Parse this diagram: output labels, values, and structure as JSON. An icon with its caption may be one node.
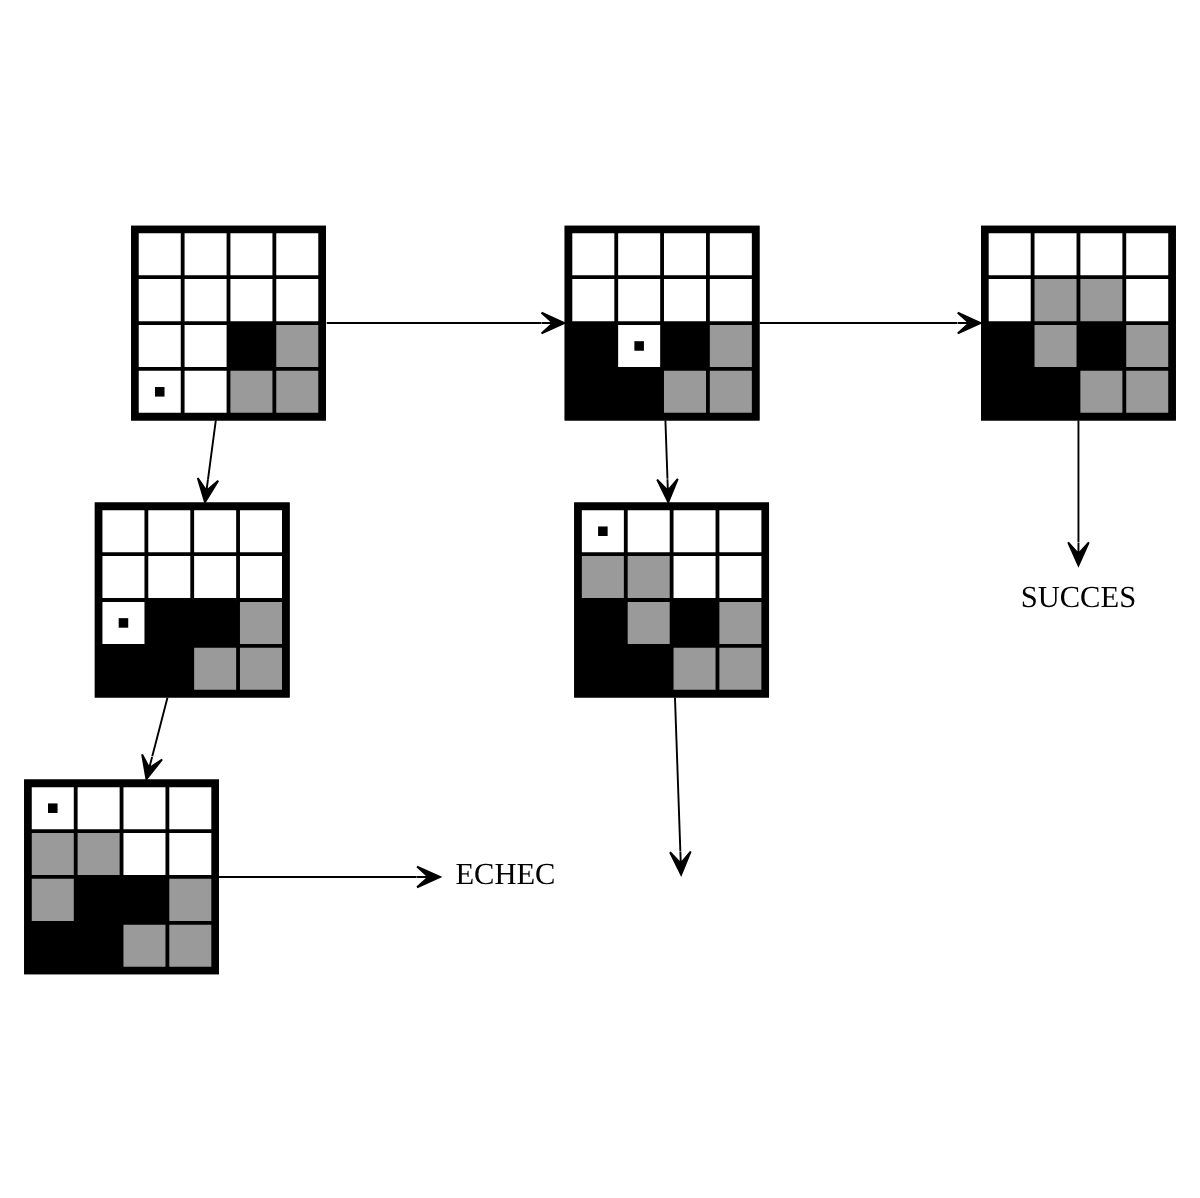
{
  "diagram": {
    "nodes": [
      {
        "text": [],
        "shape": "grid"
      },
      {
        "text": [],
        "shape": "grid"
      },
      {
        "text": [],
        "shape": "grid"
      },
      {
        "text": [],
        "shape": "grid"
      },
      {
        "text": [],
        "shape": "grid"
      },
      {
        "text": [
          "SUCCES"
        ]
      },
      {
        "text": [],
        "shape": "grid"
      },
      {
        "text": [
          "ECHEC"
        ]
      }
    ],
    "edges": [
      {
        "from": 0,
        "to": 1,
        "arrow": "to"
      },
      {
        "from": 1,
        "to": 2,
        "arrow": "to"
      },
      {
        "from": 0,
        "to": 3,
        "arrow": "to"
      },
      {
        "from": 1,
        "to": 4,
        "arrow": "to"
      },
      {
        "from": 2,
        "to": 5,
        "arrow": "to"
      },
      {
        "from": 3,
        "to": 6,
        "arrow": "to"
      },
      {
        "from": 4,
        "to": null,
        "arrow": "to"
      },
      {
        "from": 6,
        "to": 7,
        "arrow": "to"
      }
    ]
  }
}
